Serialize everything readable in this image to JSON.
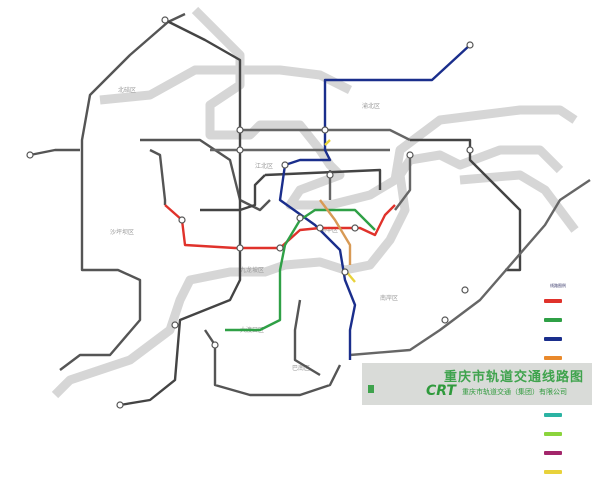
{
  "title": "重庆市轨道交通线路图",
  "logo_text": "CRT",
  "organization": "重庆市轨道交通（集团）有限公司",
  "legend": {
    "heading": "线路图例",
    "line_colors": [
      "#e0322b",
      "#2fa046",
      "#1a2e8c",
      "#e9892b",
      "#2ea8dc",
      "#e36b9f",
      "#2bb3a3",
      "#8bd43c",
      "#a3266b",
      "#e8d23b"
    ]
  },
  "colors": {
    "river": "#d3d3d3",
    "line_gray": "#555555",
    "line_dark": "#333333",
    "line_red": "#e0322b",
    "line_green": "#2fa046",
    "line_blue": "#1a2e8c",
    "line_orange": "#e0a050",
    "line_yellow": "#e8d23b"
  }
}
